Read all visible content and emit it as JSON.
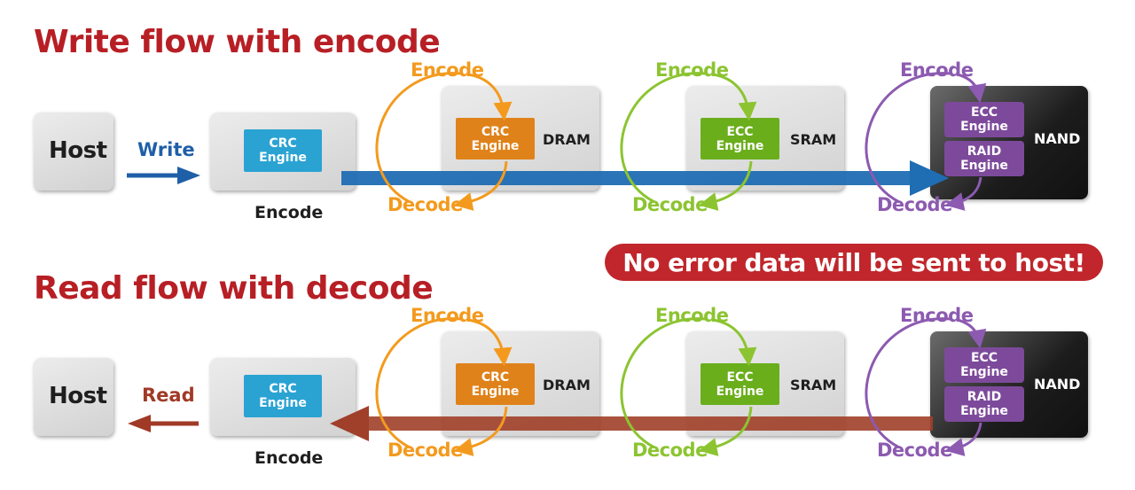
{
  "write_section": {
    "title": "Write flow with encode",
    "host_label": "Host",
    "flow_label": "Write",
    "crc_box_caption": "Encode",
    "crc_engine": "CRC\nEngine",
    "dram": {
      "encode": "Encode",
      "decode": "Decode",
      "engine": "CRC\nEngine",
      "label": "DRAM"
    },
    "sram": {
      "encode": "Encode",
      "decode": "Decode",
      "engine": "ECC\nEngine",
      "label": "SRAM"
    },
    "nand": {
      "encode": "Encode",
      "decode": "Decode",
      "engine_1": "ECC\nEngine",
      "engine_2": "RAID\nEngine",
      "label": "NAND"
    }
  },
  "banner": "No error data will be sent to host!",
  "read_section": {
    "title": "Read flow with decode",
    "host_label": "Host",
    "flow_label": "Read",
    "crc_box_caption": "Encode",
    "crc_engine": "CRC\nEngine",
    "dram": {
      "encode": "Encode",
      "decode": "Decode",
      "engine": "CRC\nEngine",
      "label": "DRAM"
    },
    "sram": {
      "encode": "Encode",
      "decode": "Decode",
      "engine": "ECC\nEngine",
      "label": "SRAM"
    },
    "nand": {
      "encode": "Encode",
      "decode": "Decode",
      "engine_1": "ECC\nEngine",
      "engine_2": "RAID\nEngine",
      "label": "NAND"
    }
  },
  "colors": {
    "title_red": "#b71f25",
    "write_arrow": "#1f5fa8",
    "read_arrow": "#a03a26",
    "dram_cycle": "#f39a1e",
    "sram_cycle": "#8cc431",
    "nand_cycle": "#8c5ab0",
    "crc_blue": "#2aa3d3",
    "crc_orange": "#e0821a",
    "ecc_green": "#6aae1c",
    "nand_purple": "#7d4a9b"
  }
}
